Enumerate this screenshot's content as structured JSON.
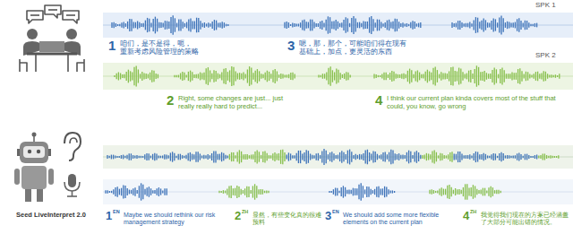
{
  "diagram": {
    "labels": [
      "SPK 1",
      "1",
      "咱们，是不是得，呃， 重新考虑风险管理的策略",
      "3",
      "嗯，那，那个，可能咱们得在现有 基础上，加点，更灵活的东西",
      "SPK 2",
      "2",
      "Right, some changes are just... just really really hard to predict...",
      "4",
      "I think our current plan kinda covers most of the stuff that could, you know, go wrong",
      "Seed LiveInterpret 2.0",
      "1",
      "EN",
      "Maybe we should rethink our risk management strategy",
      "2",
      "ZH",
      "显然，有些变化真的很难预料",
      "3",
      "EN",
      "We should add some more flexible elements on the current plan",
      "4",
      "ZH",
      "我觉得我们现在的方案已经涵盖了大部分可能出错的情况。"
    ]
  }
}
